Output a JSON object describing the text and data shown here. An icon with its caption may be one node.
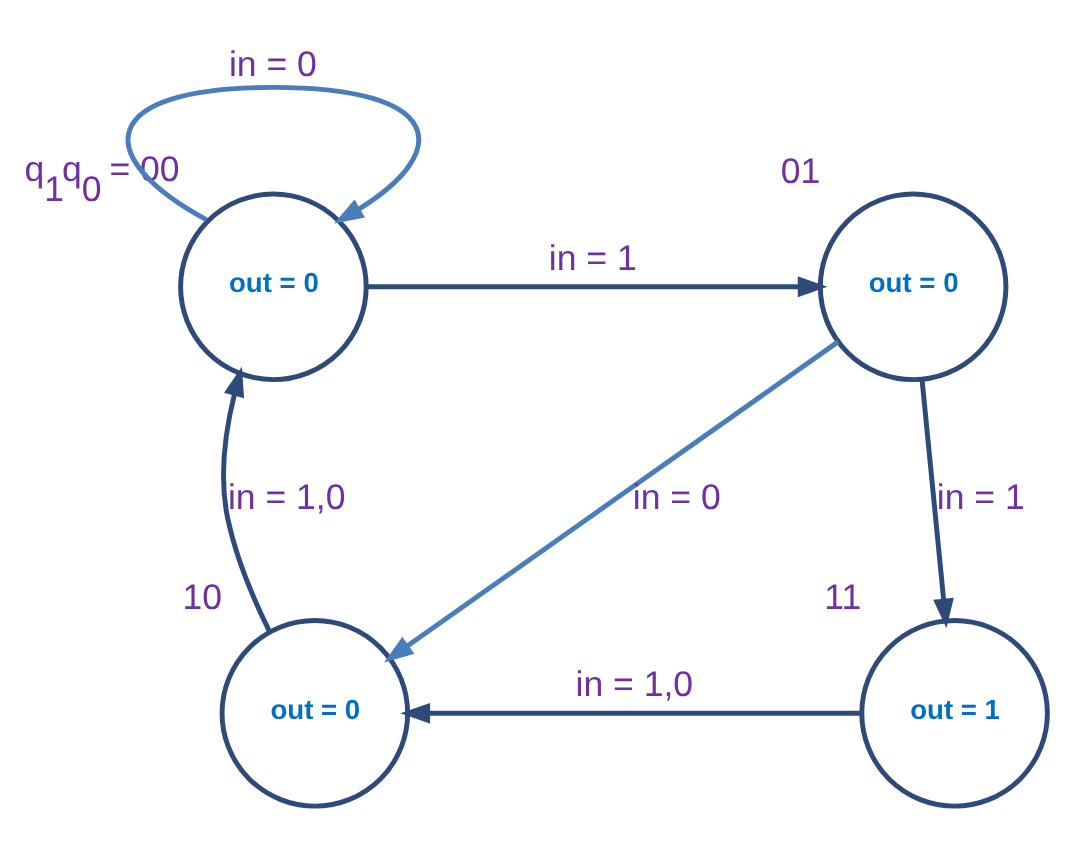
{
  "diagram": {
    "nodes": [
      {
        "text": [
          "out = 0"
        ],
        "beside": [
          "q$_{1}$q$_{0}$ = 00"
        ]
      },
      {
        "text": [
          "out = 0"
        ],
        "beside": [
          "01"
        ]
      },
      {
        "text": [
          "out = 0"
        ],
        "beside": [
          "10"
        ]
      },
      {
        "text": [
          "out = 1"
        ],
        "beside": [
          "11"
        ]
      }
    ],
    "edges": [
      {
        "from": 0,
        "to": 0,
        "arrow": "to",
        "label": "in = 0",
        "color": "#4a7ebb"
      },
      {
        "from": 0,
        "to": 1,
        "arrow": "to",
        "label": "in = 1"
      },
      {
        "from": 1,
        "to": 3,
        "arrow": "to",
        "label": "in = 1"
      },
      {
        "from": 1,
        "to": 2,
        "arrow": "to",
        "label": "in = 0",
        "color": "#4a7ebb"
      },
      {
        "from": 3,
        "to": 2,
        "arrow": "to",
        "label": "in = 1,0"
      },
      {
        "from": 2,
        "to": 0,
        "arrow": "to",
        "label": "in = 1,0"
      }
    ]
  }
}
